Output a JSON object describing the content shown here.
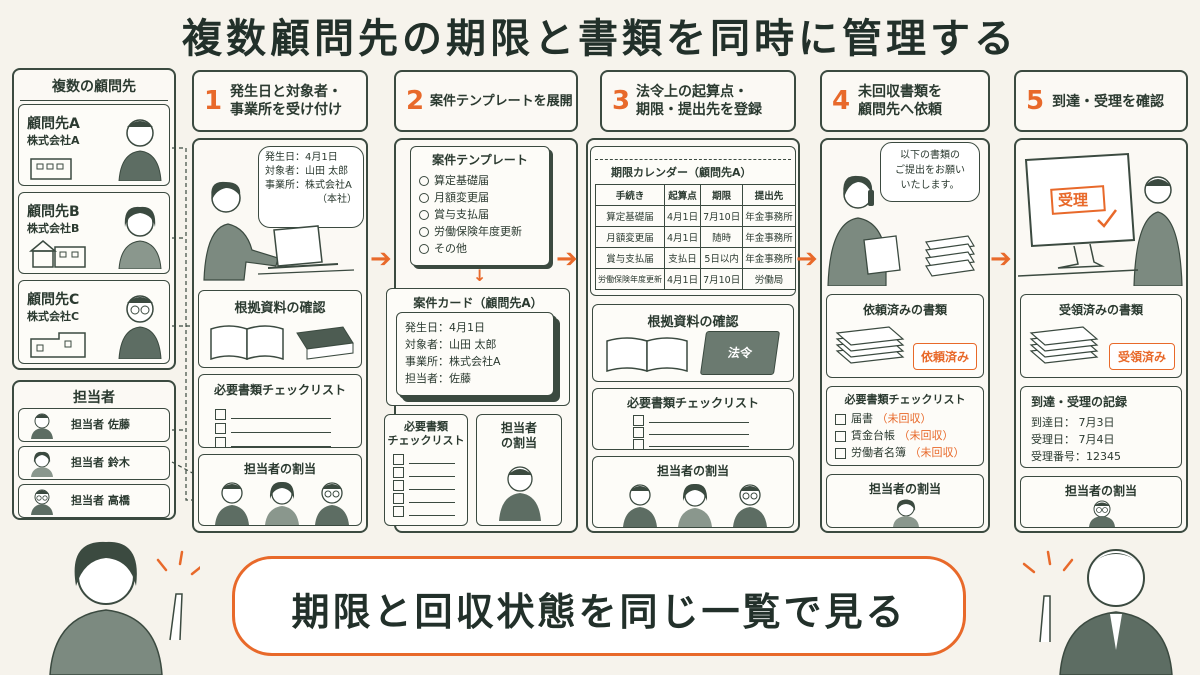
{
  "title": "複数顧問先の期限と書類を同時に管理する",
  "clients": {
    "heading": "複数の顧問先",
    "items": [
      {
        "name": "顧問先A",
        "company": "株式会社A"
      },
      {
        "name": "顧問先B",
        "company": "株式会社B"
      },
      {
        "name": "顧問先C",
        "company": "株式会社C"
      }
    ]
  },
  "staff": {
    "heading": "担当者",
    "items": [
      "担当者 佐藤",
      "担当者 鈴木",
      "担当者 高橋"
    ]
  },
  "steps": [
    {
      "num": "1",
      "line1": "発生日と対象者・",
      "line2": "事業所を受け付け"
    },
    {
      "num": "2",
      "line1": "案件テンプレートを展開",
      "line2": ""
    },
    {
      "num": "3",
      "line1": "法令上の起算点・",
      "line2": "期限・提出先を登録"
    },
    {
      "num": "4",
      "line1": "未回収書類を",
      "line2": "顧問先へ依頼"
    },
    {
      "num": "5",
      "line1": "到達・受理を確認",
      "line2": ""
    }
  ],
  "step1": {
    "bubble": [
      "発生日：4月1日",
      "対象者：山田 太郎",
      "事業所：株式会社A",
      "（本社）"
    ],
    "evidence": "根拠資料の確認",
    "checklist": "必要書類チェックリスト",
    "assign": "担当者の割当"
  },
  "step2": {
    "template_title": "案件テンプレート",
    "template_items": [
      "算定基礎届",
      "月額変更届",
      "賞与支払届",
      "労働保険年度更新",
      "その他"
    ],
    "card_title": "案件カード（顧問先A）",
    "card_items": [
      "発生日：4月1日",
      "対象者：山田 太郎",
      "事業所：株式会社A",
      "担当者：佐藤"
    ],
    "checklist_l1": "必要書類",
    "checklist_l2": "チェックリスト",
    "assign_l1": "担当者",
    "assign_l2": "の割当"
  },
  "step3": {
    "calendar_title": "期限カレンダー（顧問先A）",
    "headers": [
      "手続き",
      "起算点",
      "期限",
      "提出先"
    ],
    "rows": [
      [
        "算定基礎届",
        "4月1日",
        "7月10日",
        "年金事務所"
      ],
      [
        "月額変更届",
        "4月1日",
        "随時",
        "年金事務所"
      ],
      [
        "賞与支払届",
        "支払日",
        "5日以内",
        "年金事務所"
      ],
      [
        "労働保険年度更新",
        "4月1日",
        "7月10日",
        "労働局"
      ]
    ],
    "evidence": "根拠資料の確認",
    "book_label": "法令",
    "checklist": "必要書類チェックリスト",
    "assign": "担当者の割当"
  },
  "step4": {
    "bubble": [
      "以下の書類の",
      "ご提出をお願い",
      "いたします。"
    ],
    "requested_title": "依頼済みの書類",
    "requested_badge": "依頼済み",
    "checklist": "必要書類チェックリスト",
    "docs": [
      {
        "name": "届書",
        "status": "（未回収）"
      },
      {
        "name": "賃金台帳",
        "status": "（未回収）"
      },
      {
        "name": "労働者名簿",
        "status": "（未回収）"
      }
    ],
    "assign": "担当者の割当"
  },
  "step5": {
    "stamp": "受理",
    "received_title": "受領済みの書類",
    "received_badge": "受領済み",
    "record_title": "到達・受理の記録",
    "record": [
      "到達日： 7月3日",
      "受理日： 7月4日",
      "受理番号：12345"
    ],
    "assign": "担当者の割当"
  },
  "banner": "期限と回収状態を同じ一覧で見る",
  "colors": {
    "accent": "#e8692a",
    "ink": "#3b4a40",
    "paper": "#f6f3ec"
  }
}
